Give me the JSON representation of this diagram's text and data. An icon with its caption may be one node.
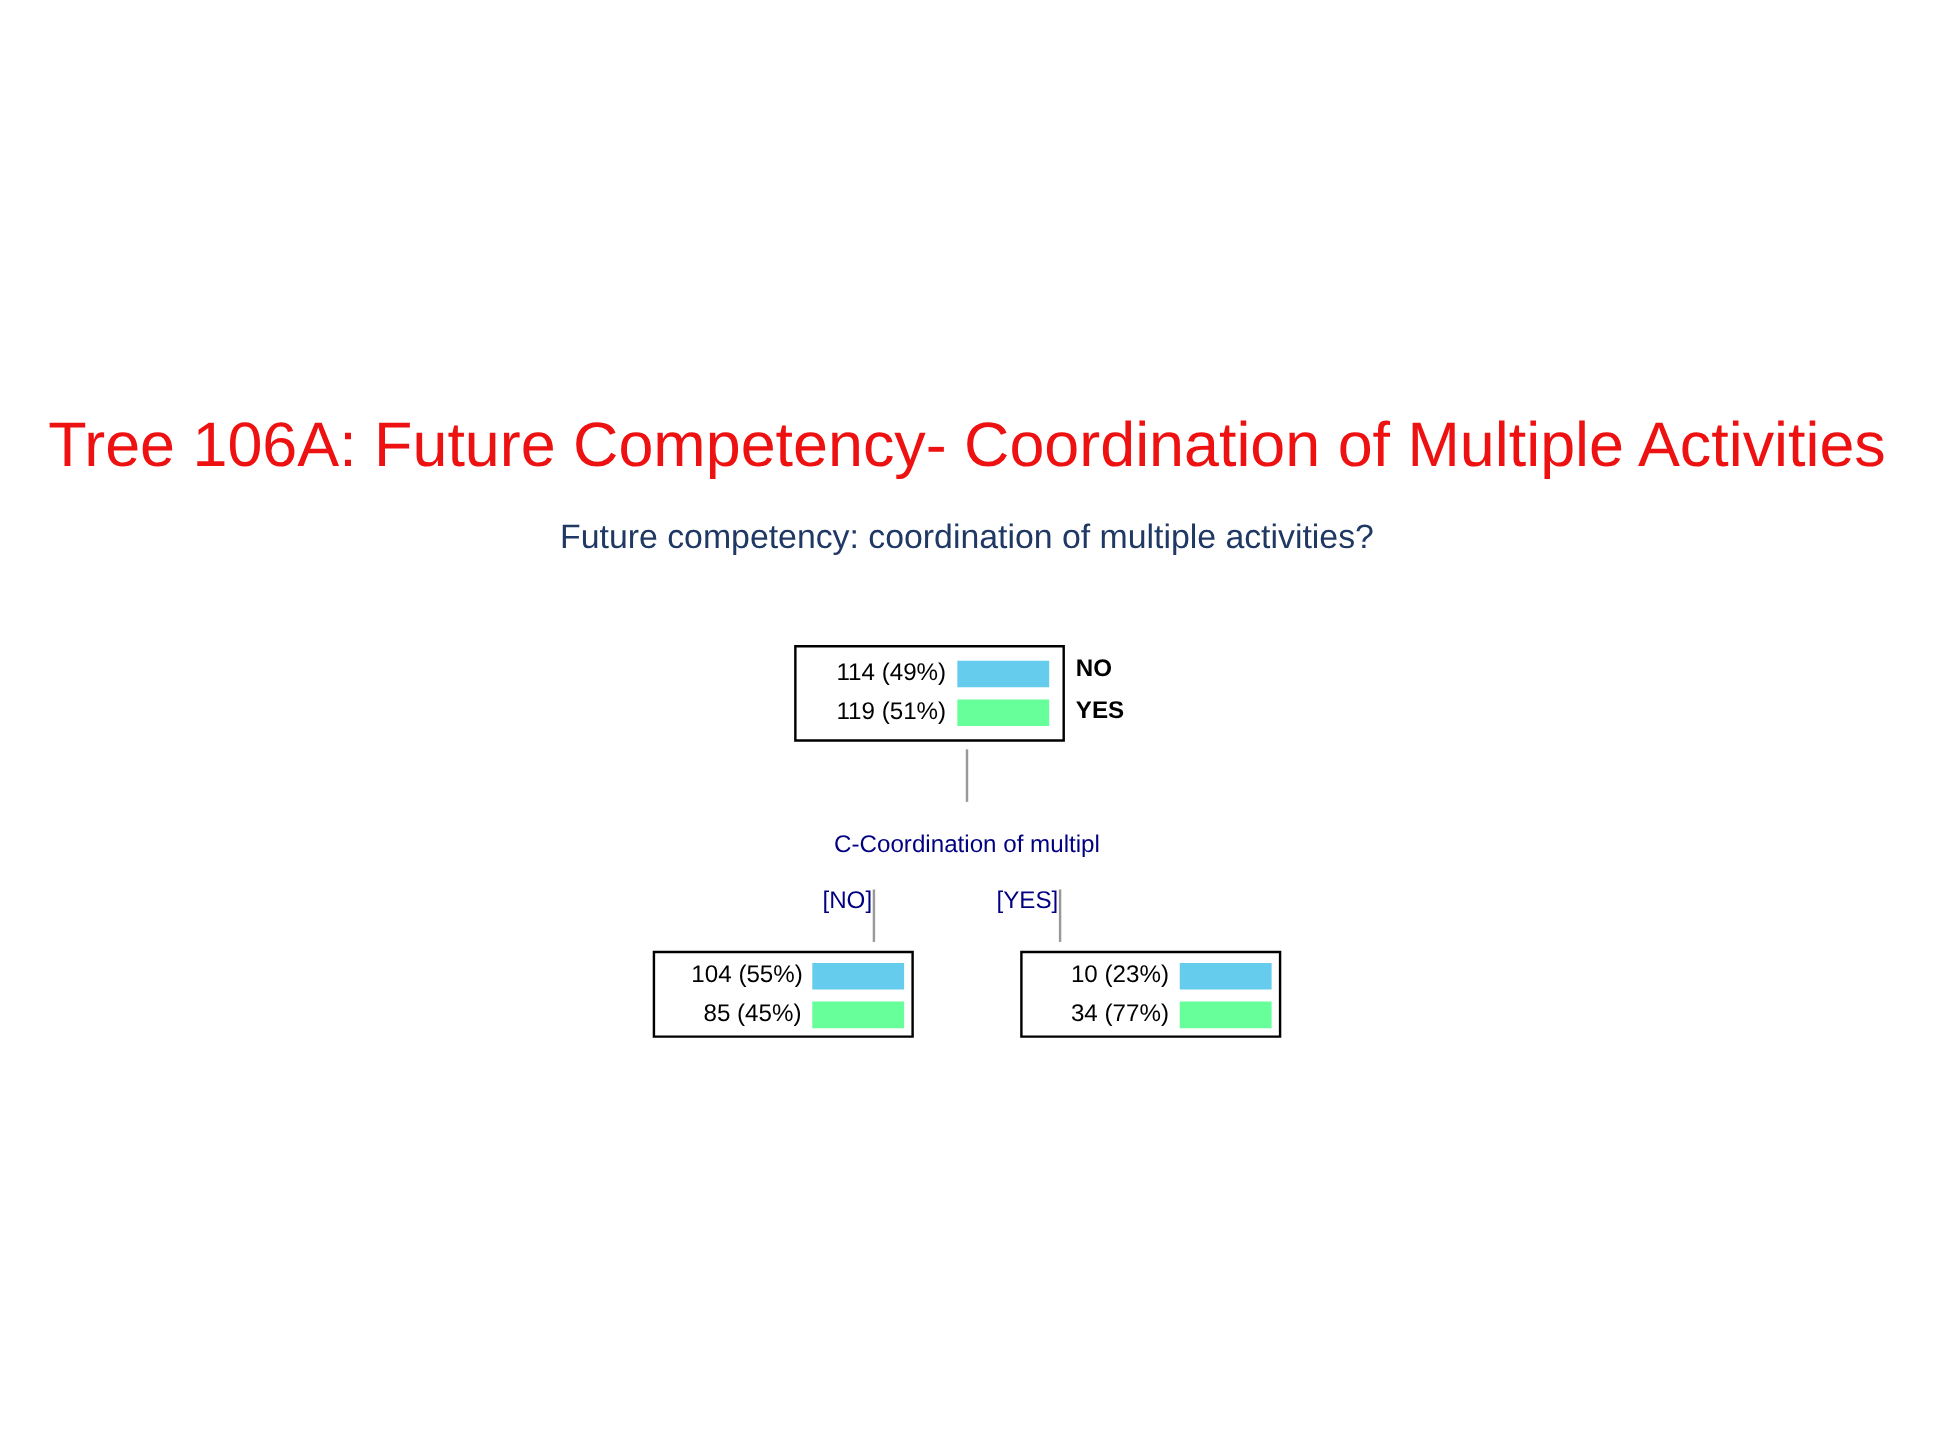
{
  "diagram": {
    "title": "Tree 106A: Future Competency- Coordination of Multiple Activities",
    "nodes": [
      {
        "text": [
          "114 (49%)",
          "119 (51%)"
        ],
        "beside": [
          "NO",
          "YES"
        ]
      },
      {
        "text": [
          "C-Coordination of multipl"
        ]
      },
      {
        "text": [
          "104 (55%)",
          "85 (45%)"
        ]
      },
      {
        "text": [
          "10 (23%)",
          "34 (77%)"
        ]
      }
    ],
    "edges": [
      {
        "from": 0,
        "to": 1,
        "arrow": "none"
      },
      {
        "from": 1,
        "to": 2,
        "arrow": "none",
        "label": "[NO]"
      },
      {
        "from": 1,
        "to": 3,
        "arrow": "none",
        "label": "[YES]"
      }
    ],
    "labels": [
      "Future competency: coordination of multiple activities?"
    ]
  }
}
